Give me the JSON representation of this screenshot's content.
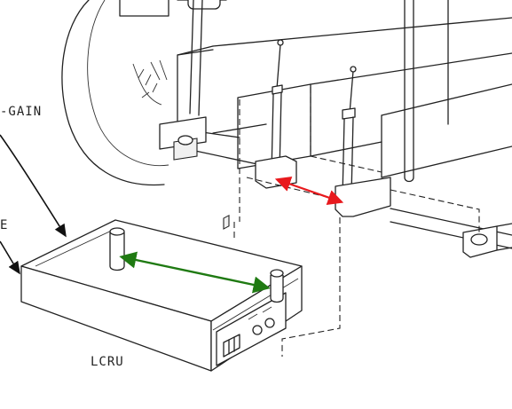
{
  "labels": {
    "gain_label": "-GAIN",
    "edge_label": "E",
    "lcru_label": "LCRU"
  },
  "arrows": {
    "red_color": "#e8191d",
    "green_color": "#1f7a12"
  }
}
